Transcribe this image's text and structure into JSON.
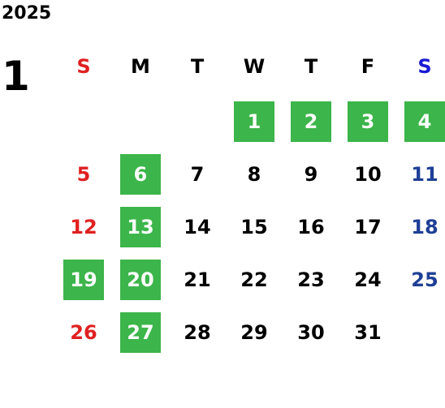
{
  "year": "2025",
  "month": "1",
  "colors": {
    "sunday": "#e02020",
    "saturday_header": "#1a1ad6",
    "saturday": "#1f3f96",
    "weekday": "#000000",
    "highlight_bg": "#3cb54a",
    "highlight_text": "#ffffff"
  },
  "weekdays": [
    "S",
    "M",
    "T",
    "W",
    "T",
    "F",
    "S"
  ],
  "weeks": [
    [
      null,
      null,
      null,
      {
        "day": "1",
        "hl": true
      },
      {
        "day": "2",
        "hl": true
      },
      {
        "day": "3",
        "hl": true
      },
      {
        "day": "4",
        "hl": true
      }
    ],
    [
      {
        "day": "5",
        "hl": false
      },
      {
        "day": "6",
        "hl": true
      },
      {
        "day": "7",
        "hl": false
      },
      {
        "day": "8",
        "hl": false
      },
      {
        "day": "9",
        "hl": false
      },
      {
        "day": "10",
        "hl": false
      },
      {
        "day": "11",
        "hl": false
      }
    ],
    [
      {
        "day": "12",
        "hl": false
      },
      {
        "day": "13",
        "hl": true
      },
      {
        "day": "14",
        "hl": false
      },
      {
        "day": "15",
        "hl": false
      },
      {
        "day": "16",
        "hl": false
      },
      {
        "day": "17",
        "hl": false
      },
      {
        "day": "18",
        "hl": false
      }
    ],
    [
      {
        "day": "19",
        "hl": true
      },
      {
        "day": "20",
        "hl": true
      },
      {
        "day": "21",
        "hl": false
      },
      {
        "day": "22",
        "hl": false
      },
      {
        "day": "23",
        "hl": false
      },
      {
        "day": "24",
        "hl": false
      },
      {
        "day": "25",
        "hl": false
      }
    ],
    [
      {
        "day": "26",
        "hl": false
      },
      {
        "day": "27",
        "hl": true
      },
      {
        "day": "28",
        "hl": false
      },
      {
        "day": "29",
        "hl": false
      },
      {
        "day": "30",
        "hl": false
      },
      {
        "day": "31",
        "hl": false
      },
      null
    ]
  ]
}
